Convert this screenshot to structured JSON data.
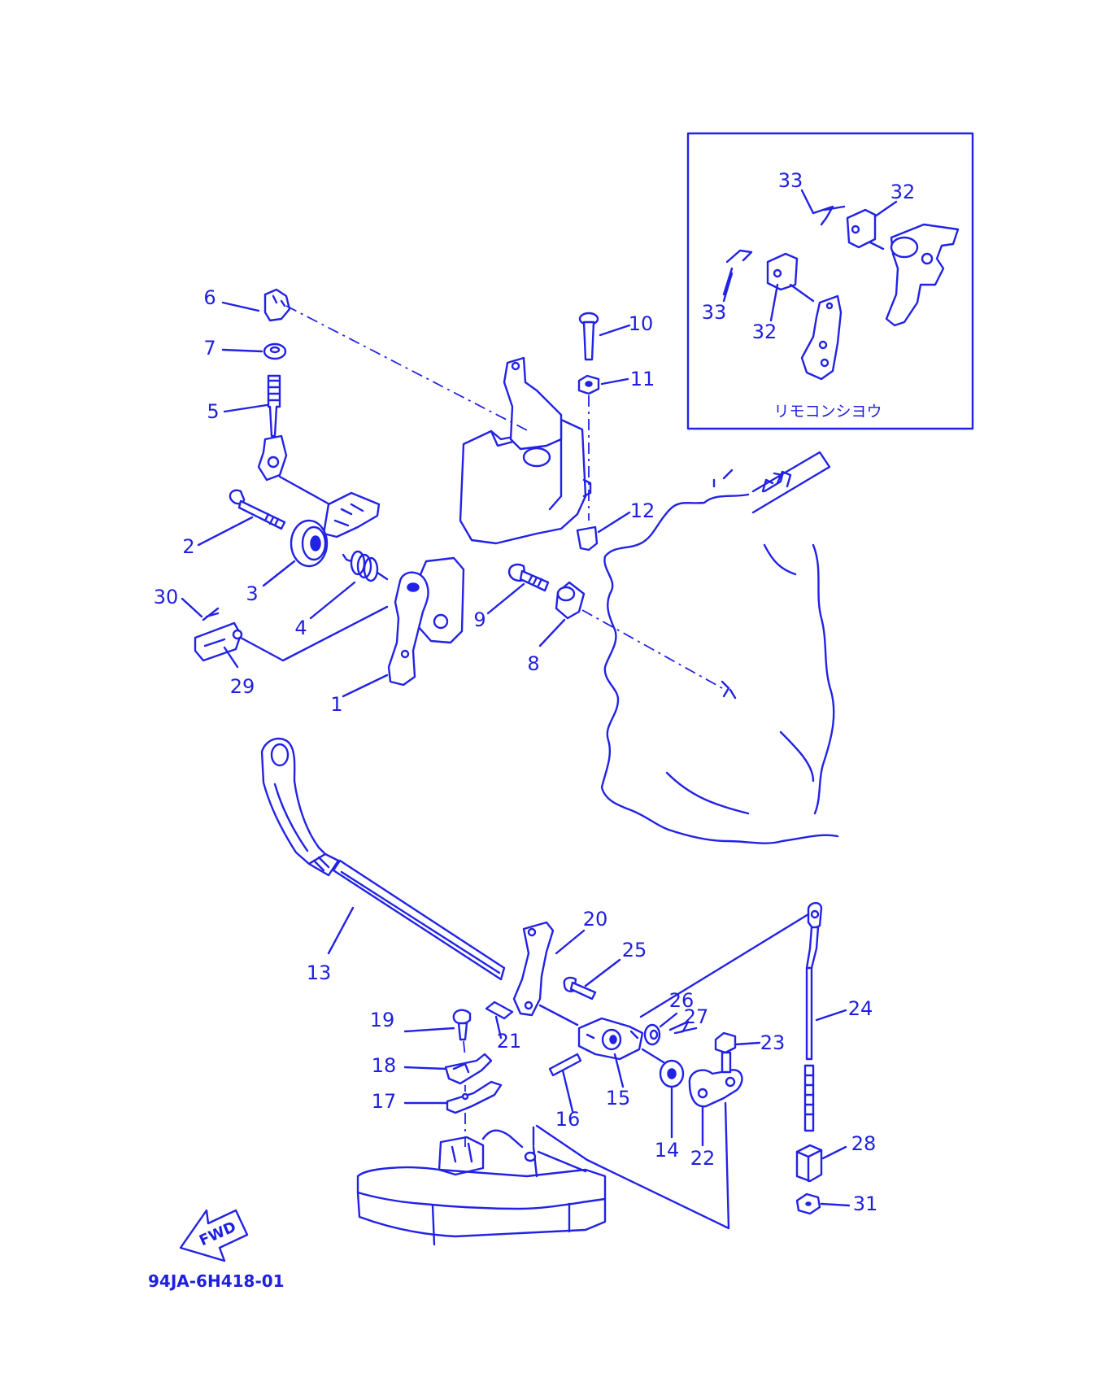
{
  "colors": {
    "ink": "#2222e6",
    "background": "#ffffff"
  },
  "inset": {
    "caption": "リモコンシヨウ"
  },
  "labels": {
    "n1": "1",
    "n2": "2",
    "n3": "3",
    "n4": "4",
    "n5": "5",
    "n6": "6",
    "n7": "7",
    "n8": "8",
    "n9": "9",
    "n10": "10",
    "n11": "11",
    "n12": "12",
    "n13": "13",
    "n14": "14",
    "n15": "15",
    "n16": "16",
    "n17": "17",
    "n18": "18",
    "n19": "19",
    "n20": "20",
    "n21": "21",
    "n22": "22",
    "n23": "23",
    "n24": "24",
    "n25": "25",
    "n26": "26",
    "n27": "27",
    "n28": "28",
    "n29": "29",
    "n30": "30",
    "n31": "31",
    "n32a": "32",
    "n32b": "32",
    "n33a": "33",
    "n33b": "33"
  },
  "fwd_label": "FWD",
  "drawing_number": "94JA-6H418-01"
}
